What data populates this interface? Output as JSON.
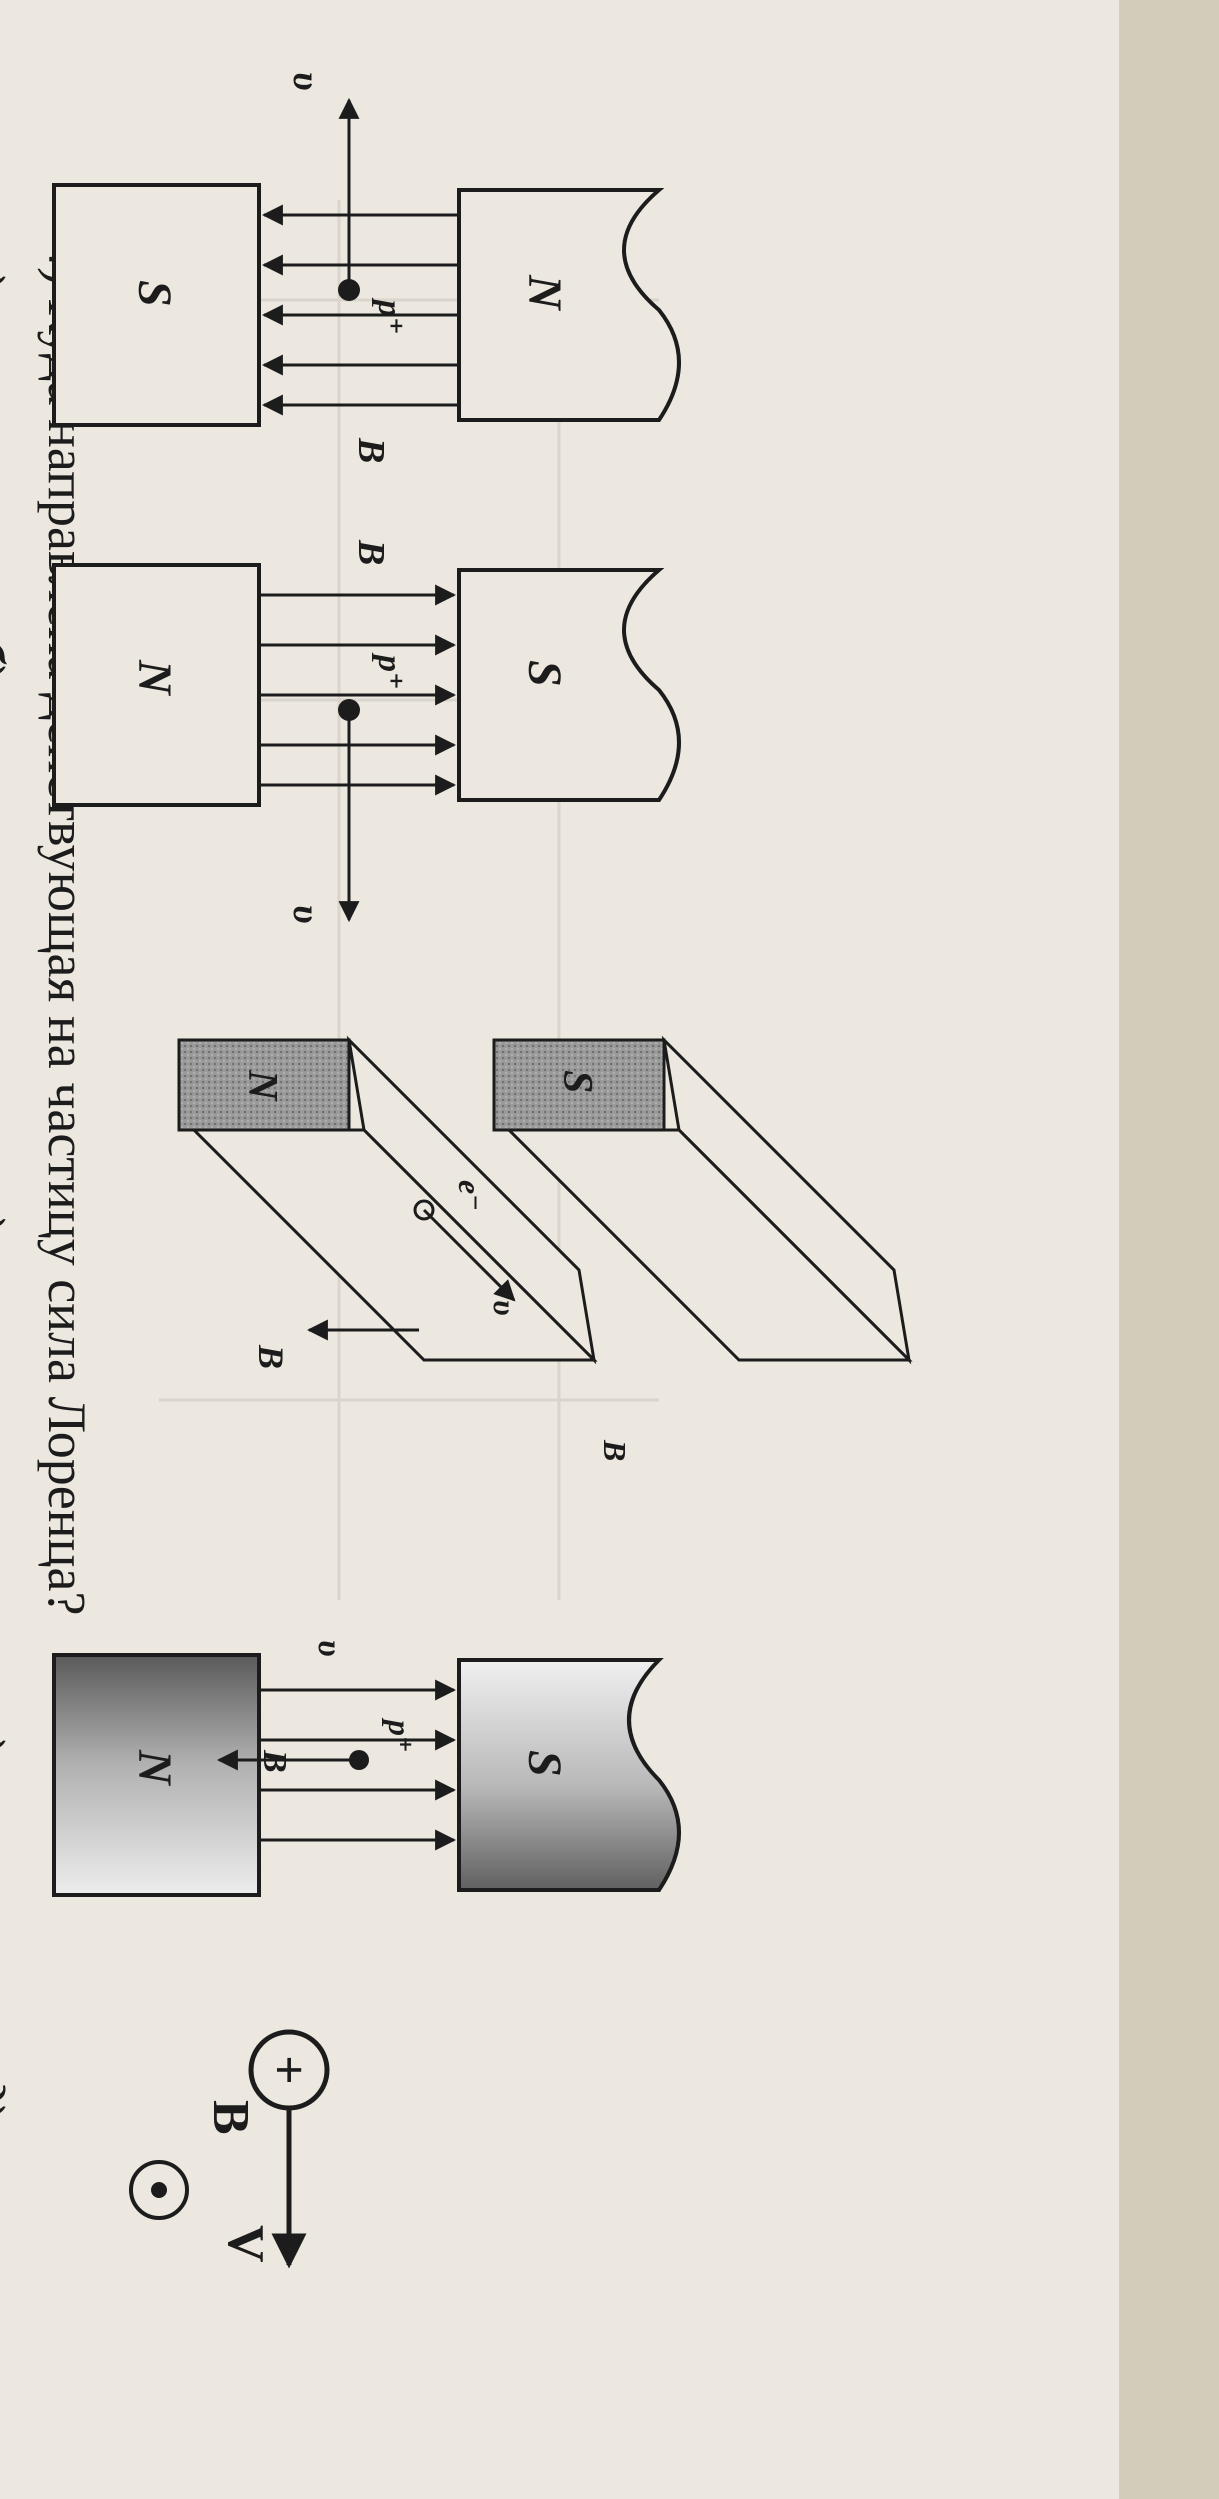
{
  "question": "4) Куда направлена действующая на частицу сила Лоренца?",
  "figures": [
    {
      "label": "а)",
      "pole_left": "N",
      "pole_right": "S",
      "field_label": "B⃗",
      "velocity_label": "υ⃗",
      "particle_label": "p⁺"
    },
    {
      "label": "б)",
      "pole_left": "S",
      "pole_right": "N",
      "field_label": "B⃗",
      "velocity_label": "υ⃗",
      "particle_label": "p⁺"
    },
    {
      "label": "в)",
      "pole_left": "S",
      "pole_right": "N",
      "field_label": "B⃗",
      "velocity_label": "υ⃗",
      "particle_label": "e⁻"
    },
    {
      "label": "г)",
      "pole_left": "S",
      "pole_right": "N",
      "field_label": "B⃗",
      "velocity_label": "υ⃗",
      "particle_label": "p⁺"
    },
    {
      "label": "д)",
      "charge": "+",
      "field_label": "B⃗",
      "velocity_label": "V⃗"
    }
  ],
  "colors": {
    "paper": "#ece8e0",
    "ink": "#1c1c1c",
    "shade": "#8f8f8f",
    "background": "#d9d2c4"
  }
}
